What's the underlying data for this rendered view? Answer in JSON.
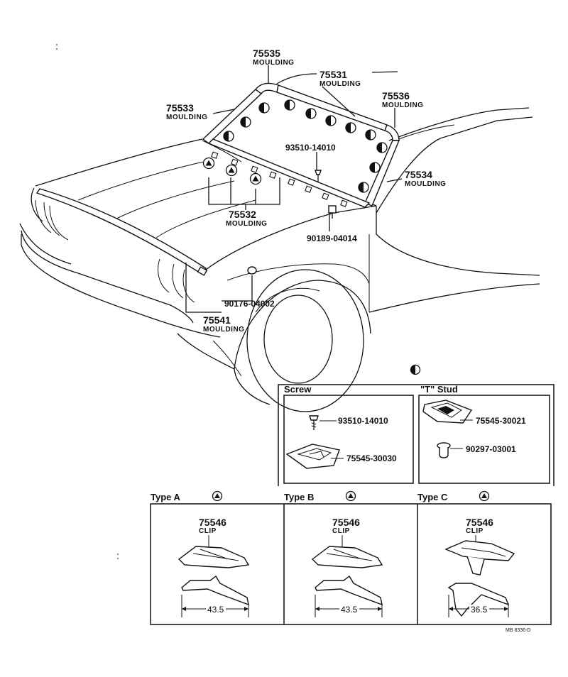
{
  "callouts": {
    "c75535": {
      "number": "75535",
      "name": "MOULDING"
    },
    "c75531": {
      "number": "75531",
      "name": "MOULDING"
    },
    "c75536": {
      "number": "75536",
      "name": "MOULDING"
    },
    "c75533": {
      "number": "75533",
      "name": "MOULDING"
    },
    "c75534": {
      "number": "75534",
      "name": "MOULDING"
    },
    "c75532": {
      "number": "75532",
      "name": "MOULDING"
    },
    "c75541": {
      "number": "75541",
      "name": "MOULDING"
    },
    "p93510": "93510-14010",
    "p90189": "90189-04014",
    "p90176": "90176-04002"
  },
  "legend": {
    "screw_title": "Screw",
    "tstud_title": "\"T\" Stud",
    "screw_part1": "93510-14010",
    "screw_part2": "75545-30030",
    "tstud_part1": "75545-30021",
    "tstud_part2": "90297-03001"
  },
  "clip_types": [
    {
      "label": "Type A",
      "number": "75546",
      "name": "CLIP",
      "dimension": "43.5"
    },
    {
      "label": "Type B",
      "number": "75546",
      "name": "CLIP",
      "dimension": "43.5"
    },
    {
      "label": "Type C",
      "number": "75546",
      "name": "CLIP",
      "dimension": "36.5"
    }
  ],
  "drawing_code": "MB 8336-D"
}
